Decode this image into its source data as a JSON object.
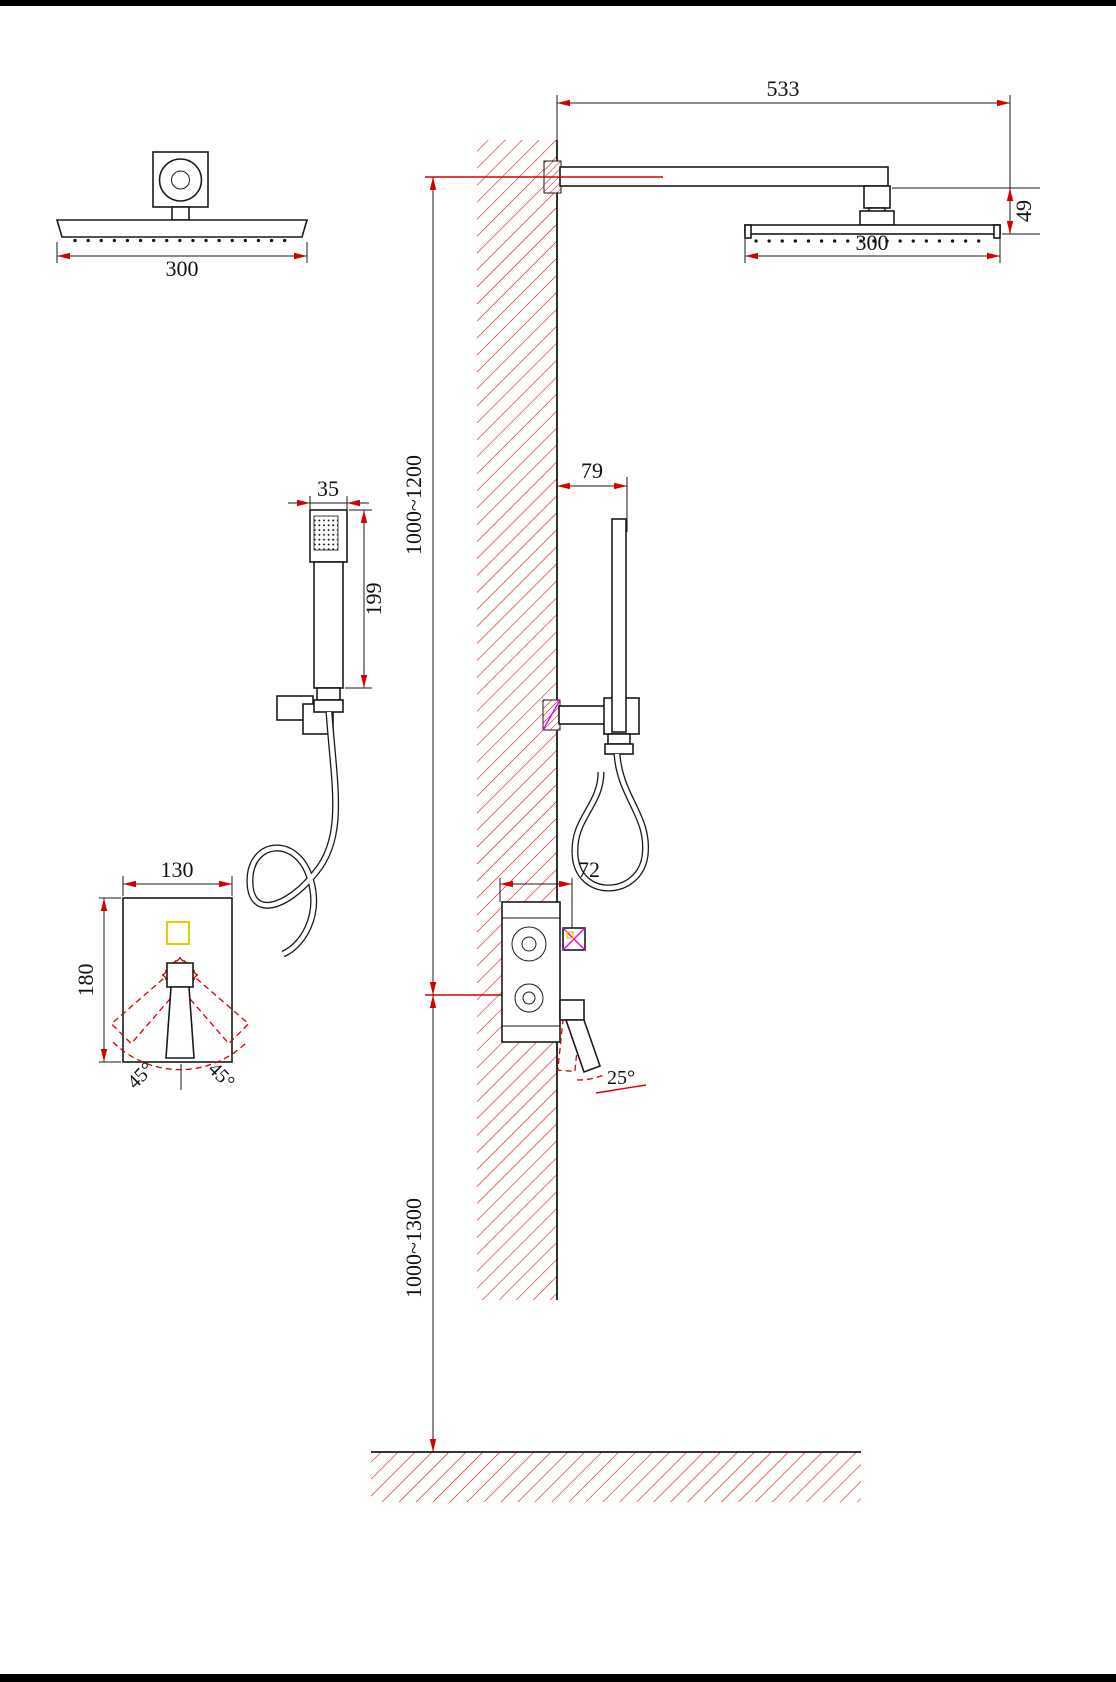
{
  "meta": {
    "domain": "technical-diagram",
    "subject": "Concealed wall-mounted shower system installation drawing with dimensions"
  },
  "colors": {
    "outline": "#1a1a1a",
    "dimension_accent": "#d40000",
    "hatch": "#d40000",
    "yellow_accent": "#e3cf00",
    "magenta_accent": "#e800e8",
    "background": "#ffffff",
    "frame": "#000000"
  },
  "labels": {
    "arm_reach": "533",
    "head_drop": "49",
    "head_width_side": "300",
    "head_width_front": "300",
    "arm_mount_height": "1000~1200",
    "valve_mount_height": "1000~1300",
    "hand_shower_width": "35",
    "hand_shower_length": "199",
    "hand_shower_offset": "79",
    "valve_plate_width": "130",
    "valve_plate_height": "180",
    "valve_body_depth": "72",
    "handle_swing_left": "45°",
    "handle_swing_right": "45°",
    "handle_tilt": "25°"
  }
}
